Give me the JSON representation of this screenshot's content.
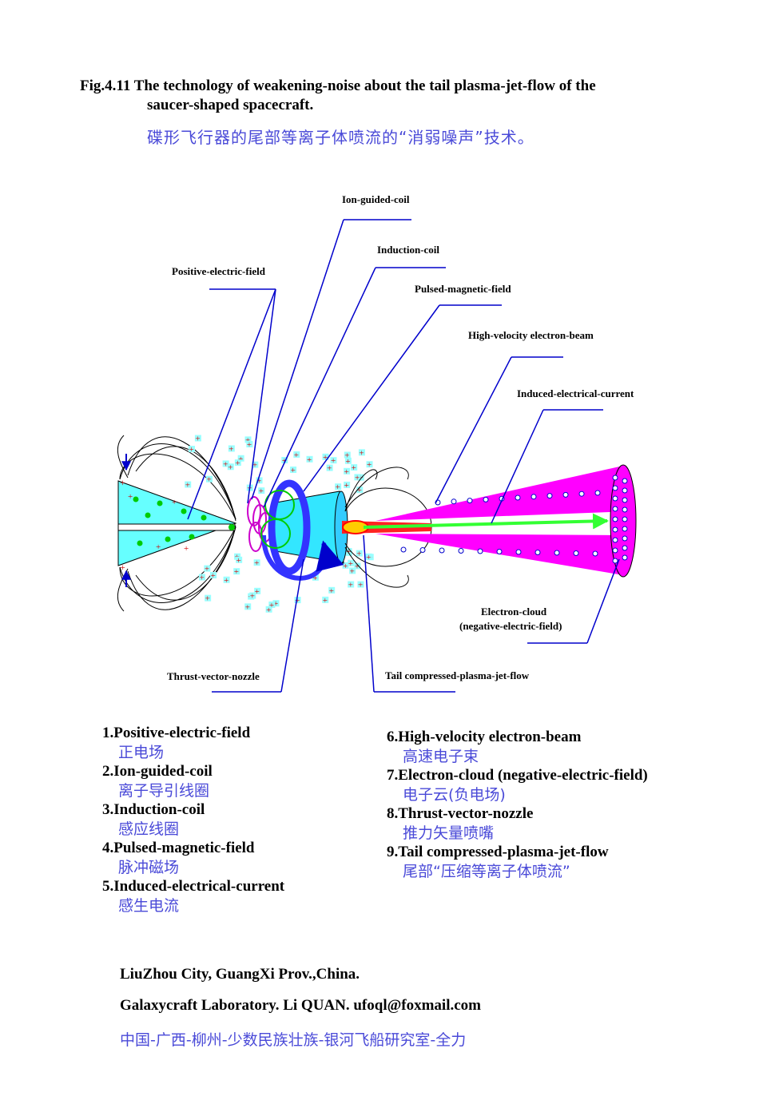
{
  "figure": {
    "title_line1": "Fig.4.11  The technology of weakening-noise about the tail plasma-jet-flow of the",
    "title_line2": "saucer-shaped spacecraft.",
    "title_cn": "碟形飞行器的尾部等离子体喷流的“消弱噪声”技术。"
  },
  "labels": {
    "ion_guided_coil": "Ion-guided-coil",
    "induction_coil": "Induction-coil",
    "positive_electric_field": "Positive-electric-field",
    "pulsed_magnetic_field": "Pulsed-magnetic-field",
    "high_velocity_electron_beam": "High-velocity electron-beam",
    "induced_electrical_current": "Induced-electrical-current",
    "electron_cloud_1": "Electron-cloud",
    "electron_cloud_2": "(negative-electric-field)",
    "thrust_vector_nozzle": "Thrust-vector-nozzle",
    "tail_jet_flow": "Tail compressed-plasma-jet-flow"
  },
  "legend_left": [
    {
      "en": "1.Positive-electric-field",
      "cn": "正电场"
    },
    {
      "en": "2.Ion-guided-coil",
      "cn": "离子导引线圈"
    },
    {
      "en": "3.Induction-coil",
      "cn": "感应线圈"
    },
    {
      "en": "4.Pulsed-magnetic-field",
      "cn": "脉冲磁场"
    },
    {
      "en": "5.Induced-electrical-current",
      "cn": "感生电流"
    }
  ],
  "legend_right": [
    {
      "en": "6.High-velocity electron-beam",
      "cn": "高速电子束"
    },
    {
      "en": "7.Electron-cloud (negative-electric-field)",
      "cn": "电子云(负电场)"
    },
    {
      "en": "8.Thrust-vector-nozzle",
      "cn": "推力矢量喷嘴"
    },
    {
      "en": "9.Tail compressed-plasma-jet-flow",
      "cn": "尾部“压缩等离子体喷流”"
    }
  ],
  "footer": {
    "line1": "LiuZhou City, GuangXi Prov.,China.",
    "line2": "Galaxycraft  Laboratory.   Li  QUAN.   ufoql@foxmail.com",
    "line3_cn": "中国-广西-柳州-少数民族壮族-银河飞船研究室-全力"
  },
  "colors": {
    "leader_line": "#0000cc",
    "cyan_body": "#66ffff",
    "magenta_beam": "#ff00ff",
    "green_arrow": "#33ff33",
    "chinese_text": "#4a4ad8"
  }
}
